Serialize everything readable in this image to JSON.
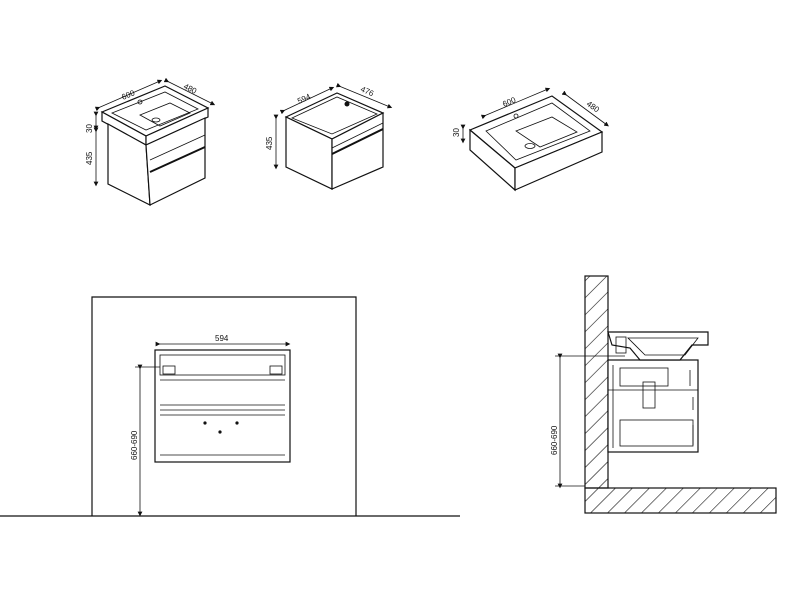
{
  "views": {
    "cabinet_with_basin": {
      "width": "600",
      "depth": "480",
      "basin_height": "30",
      "cabinet_height": "435"
    },
    "cabinet_only": {
      "width": "594",
      "depth": "476",
      "cabinet_height": "435"
    },
    "basin_only": {
      "width": "600",
      "depth": "480",
      "height": "30"
    },
    "front_elevation": {
      "width": "594",
      "mount_height": "660-690"
    },
    "side_section": {
      "mount_height": "660-690"
    }
  }
}
